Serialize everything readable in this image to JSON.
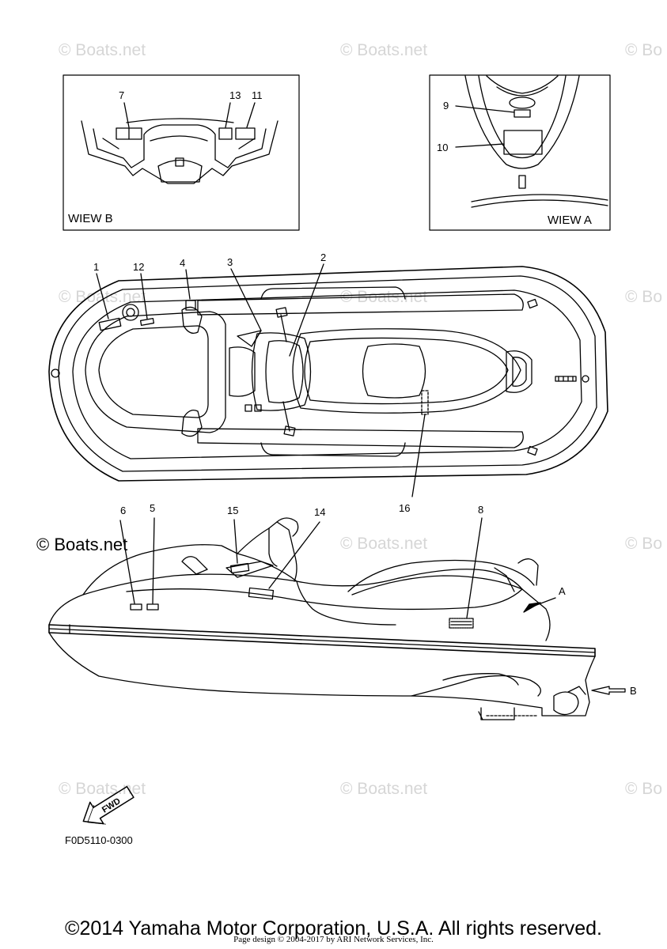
{
  "watermark": "© Boats.net",
  "watermark_partial": "© Bo",
  "views": {
    "view_b": {
      "caption": "WIEW B",
      "callouts": [
        "7",
        "13",
        "11"
      ]
    },
    "view_a": {
      "caption": "WIEW A",
      "callouts": [
        "9",
        "10"
      ]
    }
  },
  "top_view": {
    "callouts": [
      "1",
      "12",
      "4",
      "3",
      "2",
      "16"
    ]
  },
  "side_view": {
    "callouts": [
      "6",
      "5",
      "15",
      "14",
      "8"
    ],
    "arrow_a": "A",
    "arrow_b": "B"
  },
  "fwd_label": "FWD",
  "drawing_code": "F0D5110-0300",
  "copyright": "©2014 Yamaha Motor Corporation, U.S.A. All rights reserved.",
  "page_design": "Page design © 2004-2017 by ARI Network Services, Inc."
}
